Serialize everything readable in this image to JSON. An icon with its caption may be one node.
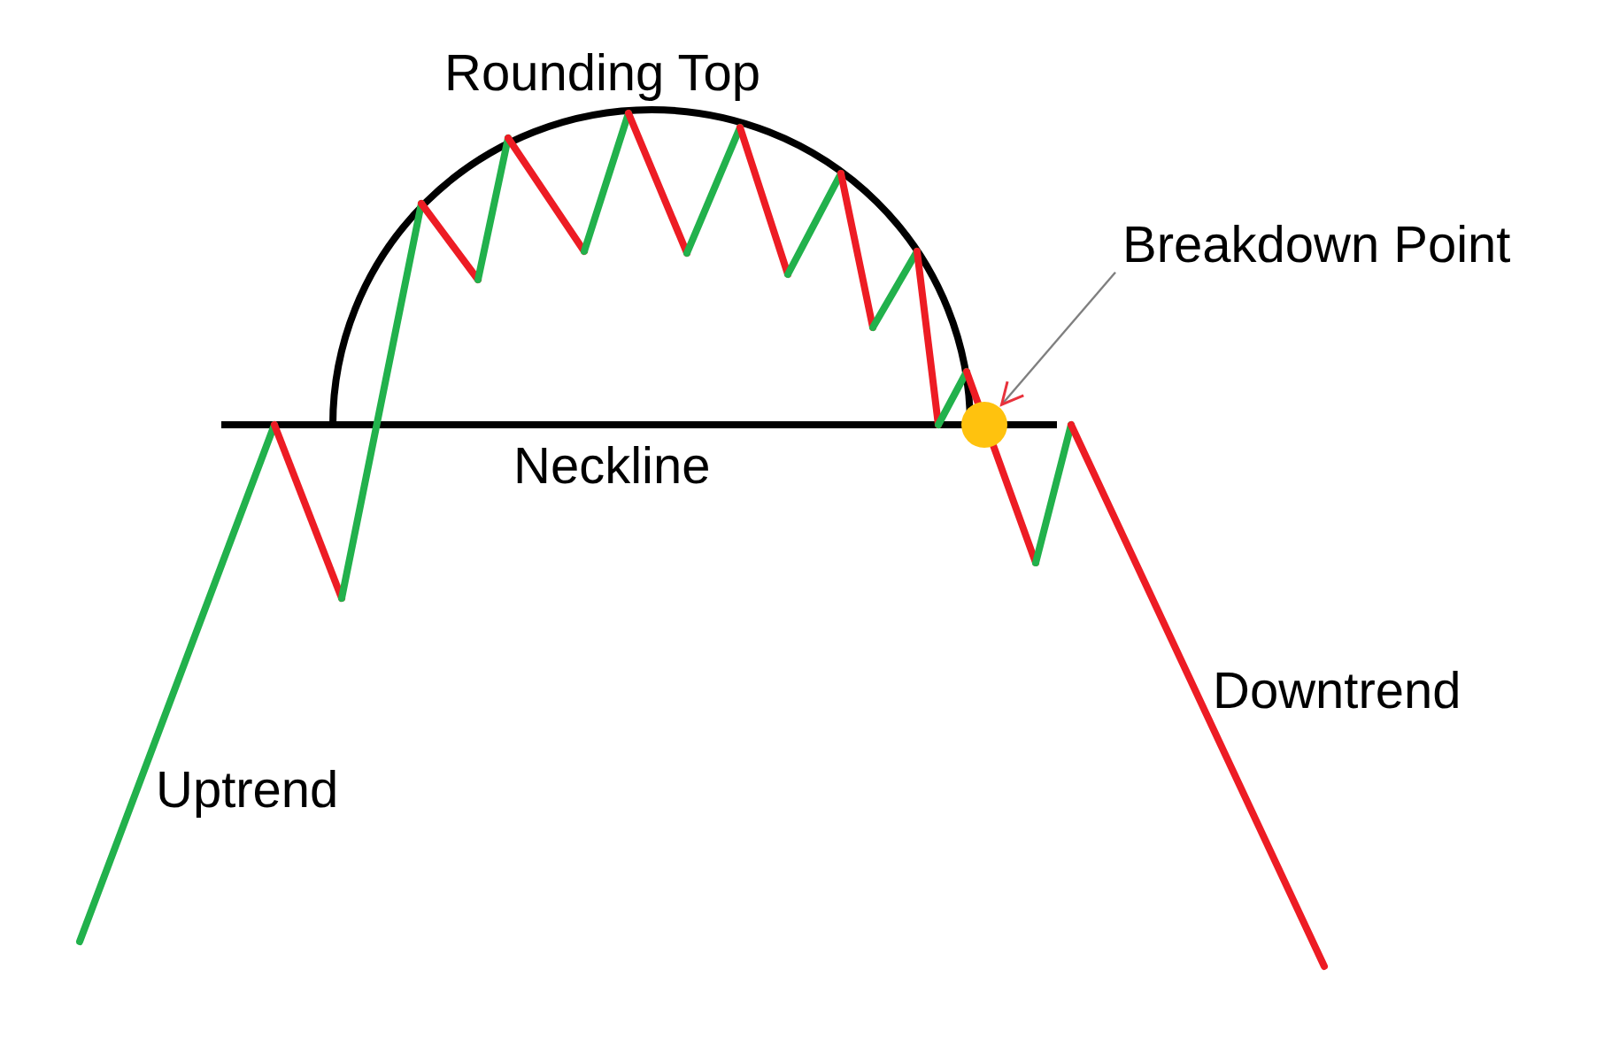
{
  "diagram": {
    "nodes": [
      {
        "text": [
          "Breakdown Point"
        ]
      },
      {
        "text": [],
        "shape": "circle"
      }
    ],
    "edges": [
      {
        "from": 0,
        "to": 1,
        "arrow": "to"
      }
    ],
    "labels": [
      "Rounding Top",
      "Neckline",
      "Uptrend",
      "Downtrend"
    ]
  }
}
